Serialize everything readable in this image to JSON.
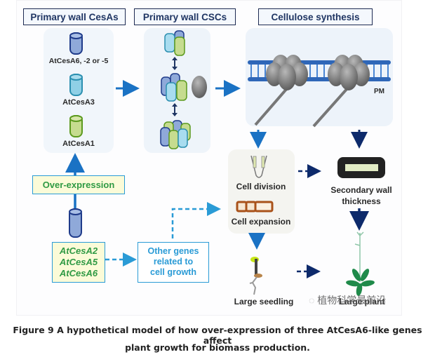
{
  "headers": {
    "cesas": "Primary wall CesAs",
    "cscs": "Primary wall CSCs",
    "synthesis": "Cellulose synthesis"
  },
  "cesa_labels": [
    "AtCesA6, -2 or -5",
    "AtCesA3",
    "AtCesA1"
  ],
  "membrane_label": "PM",
  "overexpression_label": "Over-expression",
  "genes": [
    "AtCesA2",
    "AtCesA5",
    "AtCesA6"
  ],
  "other_genes": [
    "Other genes",
    "related to",
    "cell growth"
  ],
  "cell_division": "Cell division",
  "cell_expansion": "Cell expansion",
  "secondary_wall": [
    "Secondary wall",
    "thickness"
  ],
  "large_seedling": "Large  seedling",
  "large_plant": "Large plant",
  "watermark": "植物科学最前沿",
  "caption": [
    "Figure 9 A hypothetical model of how over-expression of three AtCesA6-like genes affect",
    "plant growth for biomass production."
  ],
  "colors": {
    "cesa_dark_blue": "#1f3b8a",
    "cesa_cyan": "#2b8fb0",
    "cesa_green": "#5c9a1e",
    "arrow_blue": "#1a72c4",
    "arrow_navy": "#0d2a6b",
    "membrane_blue": "#2f67b8"
  }
}
